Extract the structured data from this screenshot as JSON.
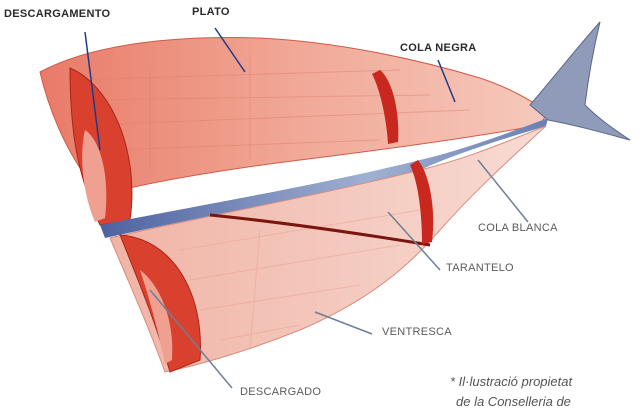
{
  "labels": {
    "descargamento": "DESCARGAMENTO",
    "plato": "PLATO",
    "cola_negra": "COLA NEGRA",
    "cola_blanca": "COLA BLANCA",
    "tarantelo": "TARANTELO",
    "ventresca": "VENTRESCA",
    "descargado": "DESCARGADO"
  },
  "note": {
    "line1": "* Il·lustració propietat",
    "line2": "de la Conselleria de"
  },
  "colors": {
    "flesh": "#e58a7a",
    "flesh_light": "#f3c2b6",
    "dark_red": "#c0241c",
    "spine": "#6a7fb0",
    "leader_dark": "#1c3a8c",
    "leader_grey": "#6f7f96"
  }
}
